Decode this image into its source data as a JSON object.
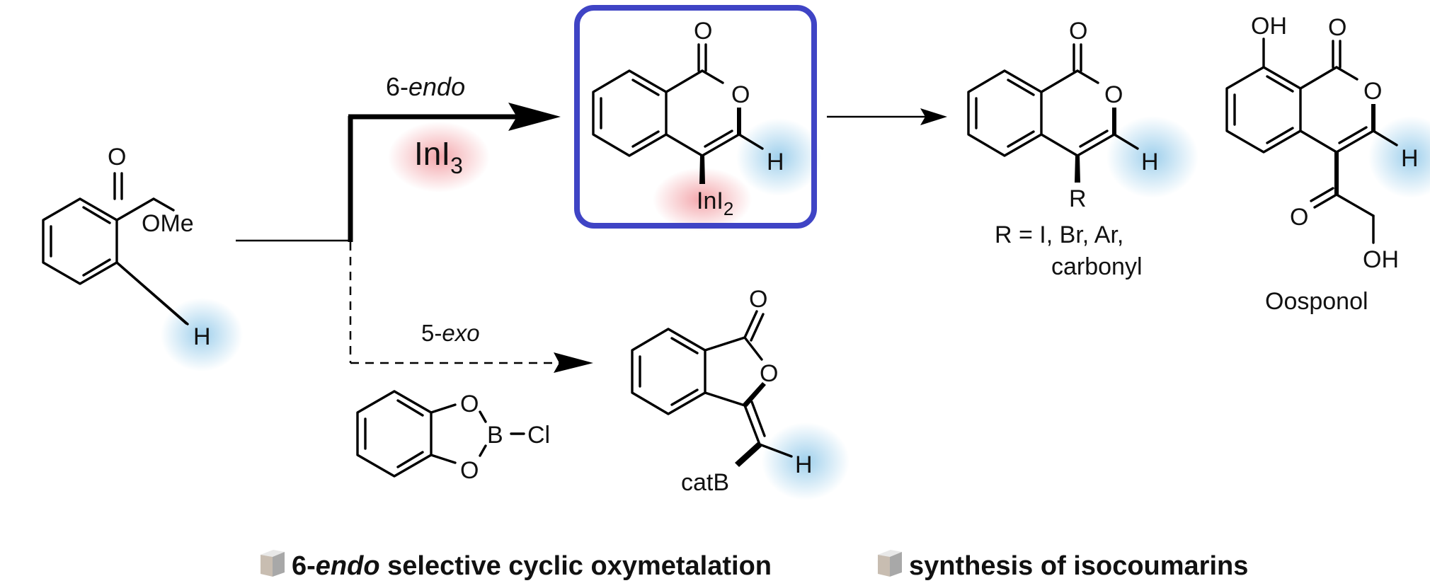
{
  "scheme": {
    "start_material": {
      "carbonyl_o": "O",
      "ester_group": "OMe",
      "terminal_h": "H",
      "highlight_color": "#8cc8ea"
    },
    "pathway_6endo": {
      "label_num": "6-",
      "label_italic": "endo",
      "reagent": "InI",
      "reagent_sub": "3",
      "reagent_highlight": "#f08a8a"
    },
    "pathway_5exo": {
      "label_num": "5-",
      "label_italic": "exo",
      "reagent_o1": "O",
      "reagent_o2": "O",
      "reagent_b": "B",
      "reagent_cl": "Cl"
    },
    "intermediate": {
      "carbonyl_o": "O",
      "ring_o": "O",
      "h": "H",
      "metal": "InI",
      "metal_sub": "2",
      "box_color": "#3f44c5"
    },
    "product_isocoumarin": {
      "carbonyl_o": "O",
      "ring_o": "O",
      "h": "H",
      "r": "R",
      "r_def_line1": "R = I, Br, Ar,",
      "r_def_line2": "carbonyl"
    },
    "oosponol": {
      "oh_top": "OH",
      "carbonyl_o": "O",
      "ring_o": "O",
      "h": "H",
      "ketone_o": "O",
      "oh_bottom": "OH",
      "name": "Oosponol"
    },
    "exo_product": {
      "carbonyl_o": "O",
      "ring_o": "O",
      "h": "H",
      "boron": "catB"
    }
  },
  "footer": {
    "item1_num": "6-",
    "item1_italic": "endo",
    "item1_rest": " selective cyclic oxymetalation",
    "item2": "synthesis of isocoumarins"
  }
}
